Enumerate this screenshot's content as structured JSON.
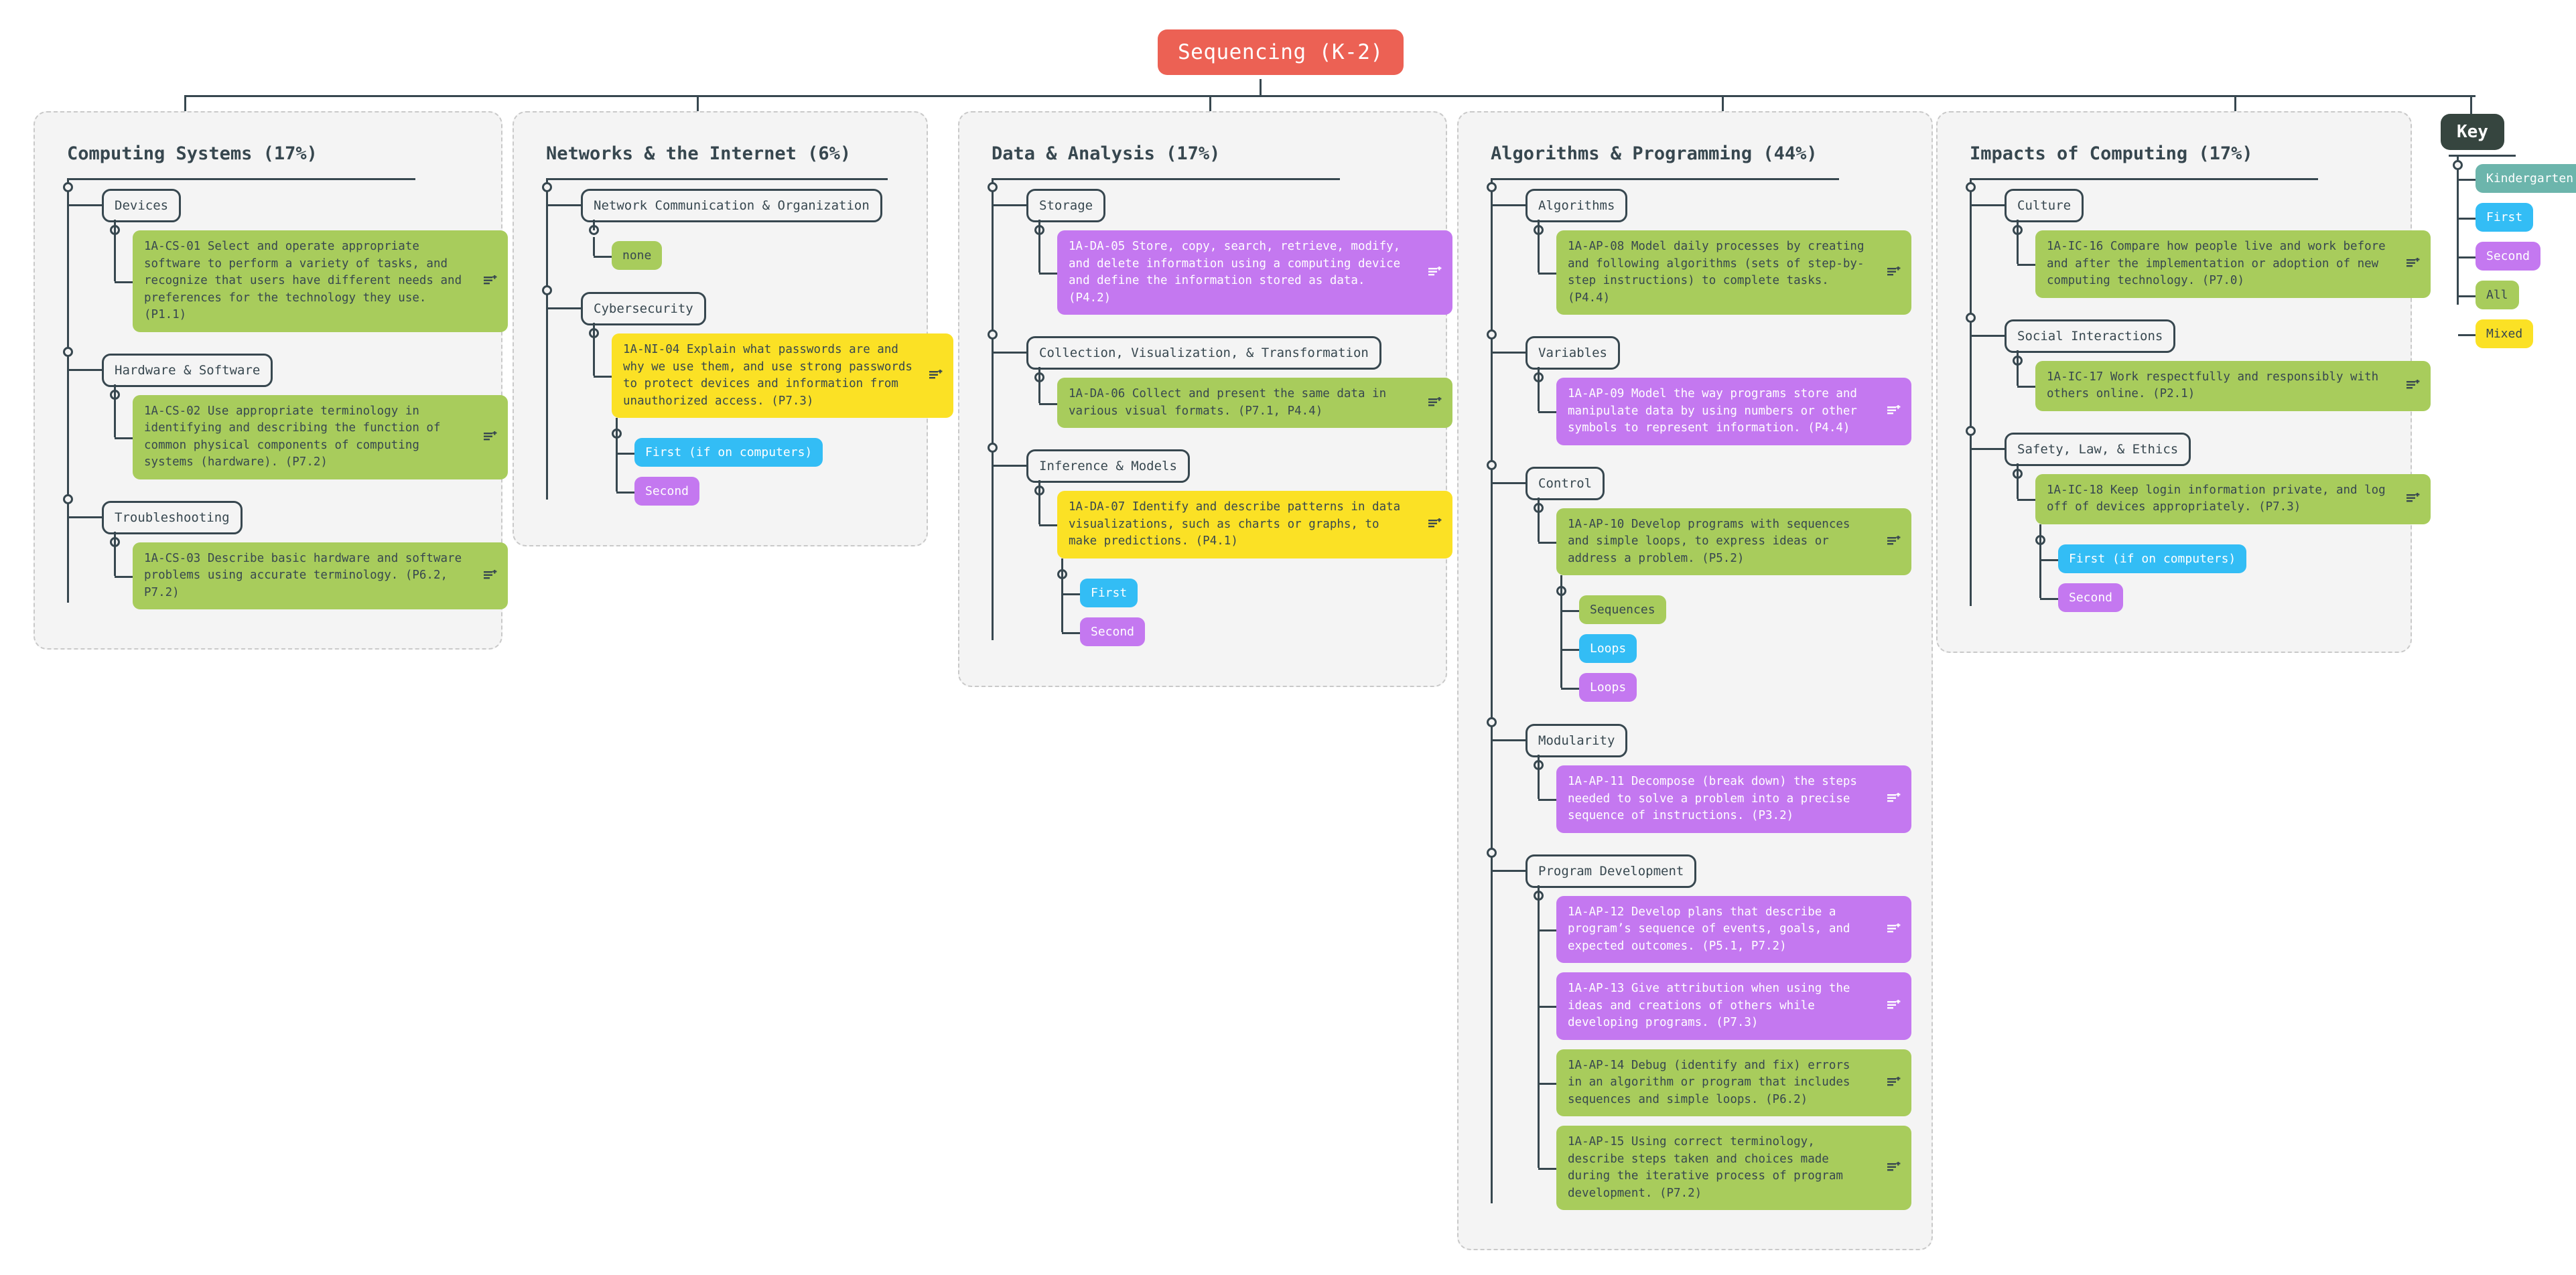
{
  "root": {
    "label": "Sequencing (K-2)",
    "color": "#ec6154"
  },
  "icons": {
    "card_action": "add-to-list-icon"
  },
  "key": {
    "title": "Key",
    "items": [
      {
        "label": "Kindergarten",
        "color": "#6cb5ac",
        "swatch": "teal"
      },
      {
        "label": "First",
        "color": "#33bdf5",
        "swatch": "blue"
      },
      {
        "label": "Second",
        "color": "#c478f0",
        "swatch": "purple"
      },
      {
        "label": "All",
        "color": "#a8cc5c",
        "swatch": "green"
      },
      {
        "label": "Mixed",
        "color": "#fbe125",
        "swatch": "yellow"
      }
    ]
  },
  "columns": [
    {
      "title": "Computing Systems (17%)",
      "categories": [
        {
          "name": "Devices",
          "cards": [
            {
              "text": "1A-CS-01 Select and operate appropriate software to perform a variety of tasks, and recognize that users have different needs and preferences for the technology they use. (P1.1)",
              "color": "green"
            }
          ],
          "pills": []
        },
        {
          "name": "Hardware & Software",
          "cards": [
            {
              "text": "1A-CS-02 Use appropriate terminology in identifying and describing the function of common physical components of computing systems (hardware). (P7.2)",
              "color": "green"
            }
          ],
          "pills": []
        },
        {
          "name": "Troubleshooting",
          "cards": [
            {
              "text": "1A-CS-03 Describe basic hardware and software problems using accurate terminology. (P6.2, P7.2)",
              "color": "green"
            }
          ],
          "pills": []
        }
      ]
    },
    {
      "title": "Networks & the Internet (6%)",
      "categories": [
        {
          "name": "Network Communication & Organization",
          "cards": [],
          "pills": [
            {
              "label": "none",
              "color": "green"
            }
          ]
        },
        {
          "name": "Cybersecurity",
          "cards": [
            {
              "text": "1A-NI-04 Explain what passwords are and why we use them, and use strong passwords to protect devices and information from unauthorized access. (P7.3)",
              "color": "yellow"
            }
          ],
          "pills": [
            {
              "label": "First (if on computers)",
              "color": "blue"
            },
            {
              "label": "Second",
              "color": "purple"
            }
          ]
        }
      ]
    },
    {
      "title": "Data & Analysis (17%)",
      "categories": [
        {
          "name": "Storage",
          "cards": [
            {
              "text": "1A-DA-05 Store, copy, search, retrieve, modify, and delete information using a computing device and define the information stored as data. (P4.2)",
              "color": "purple"
            }
          ],
          "pills": []
        },
        {
          "name": "Collection, Visualization, & Transformation",
          "cards": [
            {
              "text": "1A-DA-06 Collect and present the same data in various visual formats. (P7.1, P4.4)",
              "color": "green"
            }
          ],
          "pills": []
        },
        {
          "name": "Inference & Models",
          "cards": [
            {
              "text": "1A-DA-07 Identify and describe patterns in data visualizations, such as charts or graphs, to make predictions. (P4.1)",
              "color": "yellow"
            }
          ],
          "pills": [
            {
              "label": "First",
              "color": "blue"
            },
            {
              "label": "Second",
              "color": "purple"
            }
          ]
        }
      ]
    },
    {
      "title": "Algorithms & Programming (44%)",
      "categories": [
        {
          "name": "Algorithms",
          "cards": [
            {
              "text": "1A-AP-08 Model daily processes by creating and following algorithms (sets of step-by-step instructions) to complete tasks. (P4.4)",
              "color": "green"
            }
          ],
          "pills": []
        },
        {
          "name": "Variables",
          "cards": [
            {
              "text": "1A-AP-09 Model the way programs store and manipulate data by using numbers or other symbols to represent information. (P4.4)",
              "color": "purple"
            }
          ],
          "pills": []
        },
        {
          "name": "Control",
          "cards": [
            {
              "text": "1A-AP-10 Develop programs with sequences and simple loops, to express ideas or address a problem. (P5.2)",
              "color": "green"
            }
          ],
          "pills": [
            {
              "label": "Sequences",
              "color": "green"
            },
            {
              "label": "Loops",
              "color": "blue"
            },
            {
              "label": "Loops",
              "color": "purple"
            }
          ]
        },
        {
          "name": "Modularity",
          "cards": [
            {
              "text": "1A-AP-11 Decompose (break down) the steps needed to solve a problem into a precise sequence of instructions. (P3.2)",
              "color": "purple"
            }
          ],
          "pills": []
        },
        {
          "name": "Program Development",
          "cards": [
            {
              "text": "1A-AP-12 Develop plans that describe a program’s sequence of events, goals, and expected outcomes. (P5.1, P7.2)",
              "color": "purple"
            },
            {
              "text": "1A-AP-13 Give attribution when using the ideas and creations of others while developing programs. (P7.3)",
              "color": "purple"
            },
            {
              "text": "1A-AP-14 Debug (identify and fix) errors in an algorithm or program that includes sequences and simple loops. (P6.2)",
              "color": "green"
            },
            {
              "text": "1A-AP-15 Using correct terminology, describe steps taken and choices made during the iterative process of program development. (P7.2)",
              "color": "green"
            }
          ],
          "pills": []
        }
      ]
    },
    {
      "title": "Impacts of Computing (17%)",
      "categories": [
        {
          "name": "Culture",
          "cards": [
            {
              "text": "1A-IC-16 Compare how people live and work before and after the implementation or adoption of new computing technology. (P7.0)",
              "color": "green"
            }
          ],
          "pills": []
        },
        {
          "name": "Social Interactions",
          "cards": [
            {
              "text": "1A-IC-17 Work respectfully and responsibly with others online. (P2.1)",
              "color": "green"
            }
          ],
          "pills": []
        },
        {
          "name": "Safety, Law, & Ethics",
          "cards": [
            {
              "text": "1A-IC-18 Keep login information private, and log off of devices appropriately. (P7.3)",
              "color": "green"
            }
          ],
          "pills": [
            {
              "label": "First (if on computers)",
              "color": "blue"
            },
            {
              "label": "Second",
              "color": "purple"
            }
          ]
        }
      ]
    }
  ]
}
